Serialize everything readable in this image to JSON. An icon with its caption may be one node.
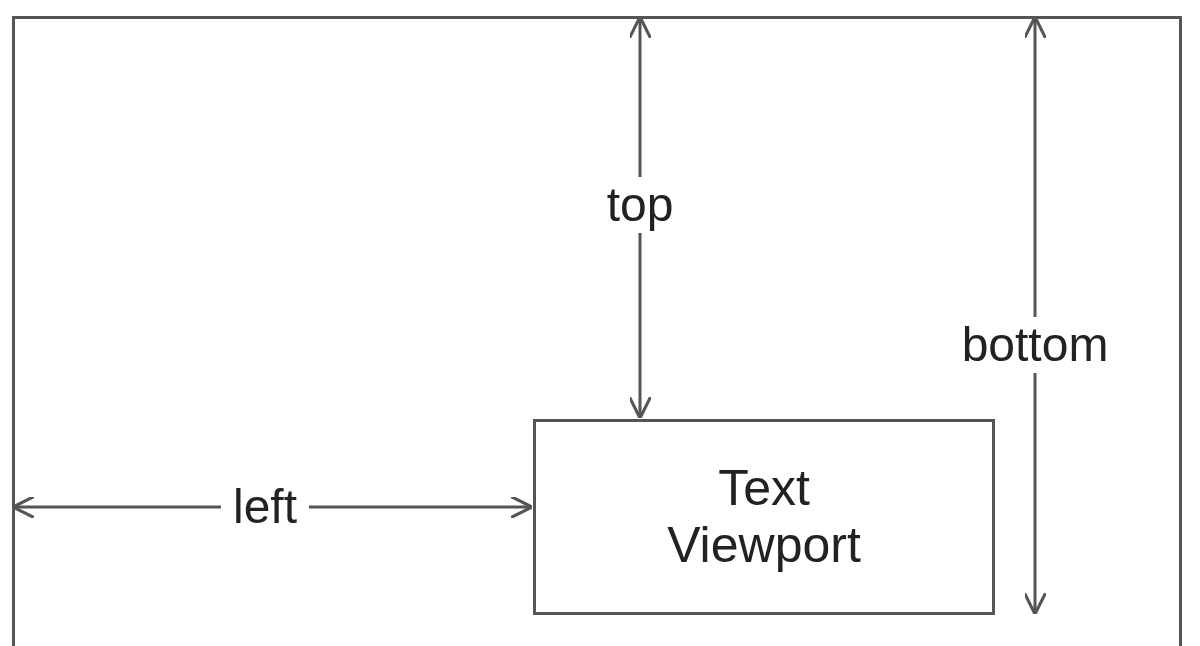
{
  "diagram": {
    "nodes": [
      {
        "text": [],
        "shape": "box"
      },
      {
        "text": [
          "Text Viewport"
        ],
        "in": 0
      }
    ],
    "edges": [
      {
        "from": 0,
        "to": 1,
        "arrow": "both",
        "label": "top"
      },
      {
        "from": 0,
        "to": null,
        "arrow": "both",
        "label": "bottom"
      },
      {
        "from": 0,
        "to": 1,
        "arrow": "both",
        "label": "left"
      }
    ]
  }
}
